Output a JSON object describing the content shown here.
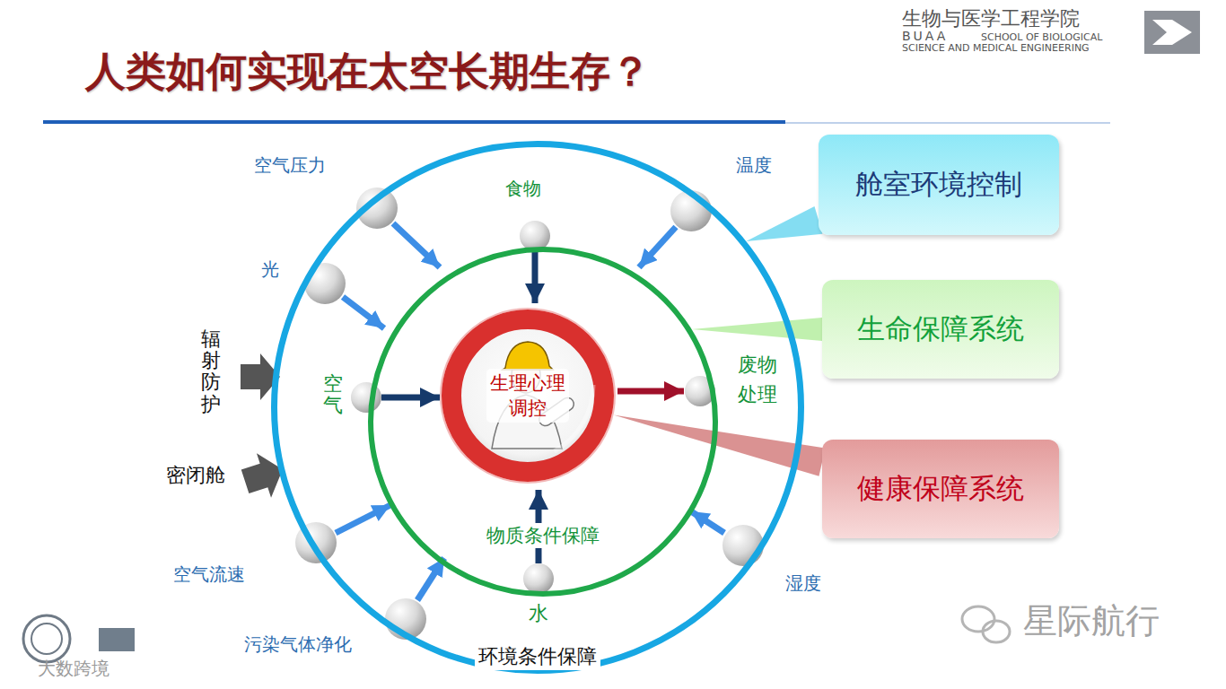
{
  "diagram": {
    "title": "人类如何实现在太空长期生存？",
    "nodes": [
      {
        "text": [
          "环境条件保障"
        ]
      },
      {
        "text": [
          "物质条件保障"
        ],
        "in": 0
      },
      {
        "text": [
          "生理心理调控"
        ],
        "in": 1
      },
      {
        "text": [
          "舱室环境控制"
        ]
      },
      {
        "text": [
          "生命保障系统"
        ]
      },
      {
        "text": [
          "健康保障系统"
        ]
      }
    ],
    "edges": [
      {
        "from": 3,
        "to": 0,
        "arrow": "none"
      },
      {
        "from": 4,
        "to": 1,
        "arrow": "none"
      },
      {
        "from": 5,
        "to": 2,
        "arrow": "none"
      }
    ],
    "labels": [
      "生物与医学工程学院",
      "BUAA",
      "SCHOOL OF BIOLOGICAL",
      "SCIENCE AND MEDICAL ENGINEERING",
      "空气压力",
      "光",
      "温度",
      "食物",
      "空气",
      "废物处理",
      "辐射防护",
      "密闭舱",
      "空气流速",
      "污染气体净化",
      "湿度",
      "水",
      "星际航行",
      "大数跨境"
    ]
  }
}
